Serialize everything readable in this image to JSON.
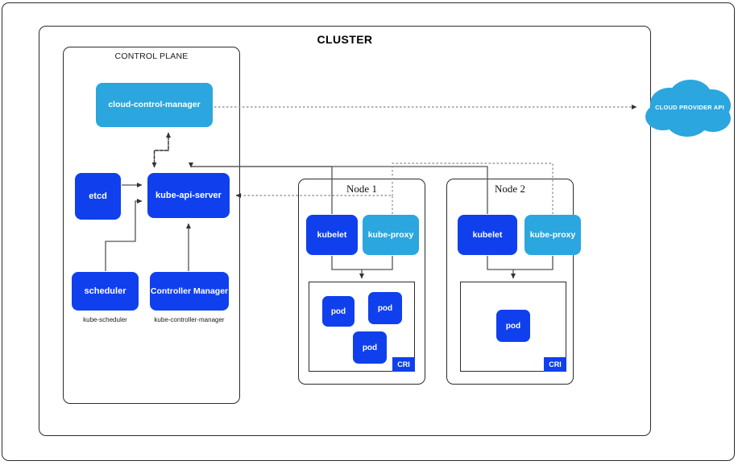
{
  "diagram": {
    "title": "CLUSTER",
    "control_plane_title": "CONTROL PLANE",
    "colors": {
      "dark_blue": "#1040ED",
      "light_blue": "#2BA6DE",
      "frame_stroke": "#2b2b2b",
      "solid_connector": "#555555",
      "dashed_connector": "#9a9a9a",
      "text_on_box": "#ffffff"
    }
  },
  "control_plane": {
    "cloud_control_manager": {
      "label": "cloud-control-manager",
      "color": "#2BA6DE"
    },
    "etcd": {
      "label": "etcd",
      "color": "#1040ED"
    },
    "kube_api_server": {
      "label": "kube-api-server",
      "color": "#1040ED"
    },
    "scheduler": {
      "label": "scheduler",
      "sublabel": "kube-scheduler",
      "color": "#1040ED"
    },
    "controller_manager": {
      "label": "Controller Manager",
      "sublabel": "kube-controller-manager",
      "color": "#1040ED"
    }
  },
  "nodes": [
    {
      "title": "Node 1",
      "kubelet": {
        "label": "kubelet",
        "color": "#1040ED"
      },
      "kube_proxy": {
        "label": "kube-proxy",
        "color": "#2BA6DE"
      },
      "cri_label": "CRI",
      "pods": [
        {
          "label": "pod"
        },
        {
          "label": "pod"
        },
        {
          "label": "pod"
        }
      ]
    },
    {
      "title": "Node 2",
      "kubelet": {
        "label": "kubelet",
        "color": "#1040ED"
      },
      "kube_proxy": {
        "label": "kube-proxy",
        "color": "#2BA6DE"
      },
      "cri_label": "CRI",
      "pods": [
        {
          "label": "pod"
        }
      ]
    }
  ],
  "external": {
    "cloud_provider_api": {
      "label": "CLOUD PROVIDER API",
      "color": "#2BA6DE"
    }
  }
}
